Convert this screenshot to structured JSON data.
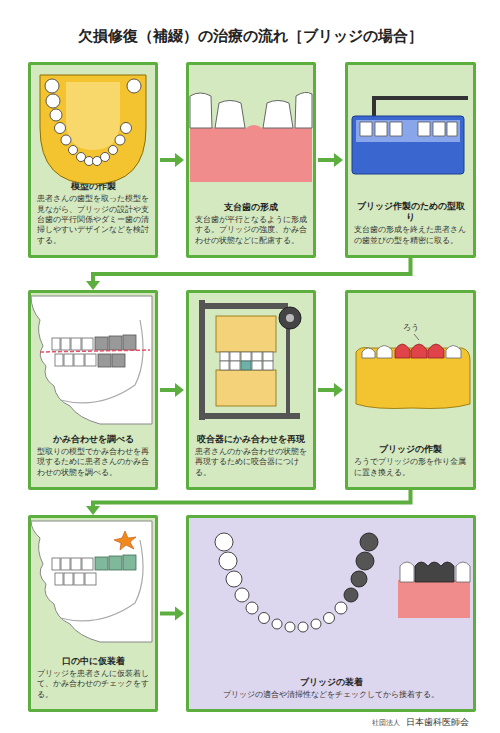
{
  "diagram": {
    "title": "欠損修復（補綴）の治療の流れ［ブリッジの場合］",
    "nodes": [
      {
        "text": [
          "模型の作製",
          "患者さんの歯型を取った模型を見ながら、ブリッジの設計や支台歯の平行関係やダミー歯の清掃しやすいデザインなどを検討する。"
        ]
      },
      {
        "text": [
          "支台歯の形成",
          "支台歯が平行となるように形成する。ブリッジの強度、かみ合わせの状態などに配慮する。"
        ]
      },
      {
        "text": [
          "ブリッジ作製のための型取り",
          "支台歯の形成を終えた患者さんの歯並びの型を精密に取る。"
        ]
      },
      {
        "text": [
          "かみ合わせを調べる",
          "型取りの模型でかみ合わせを再現するために患者さんのかみ合わせの状態を調べる。"
        ]
      },
      {
        "text": [
          "咬合器にかみ合わせを再現",
          "患者さんのかみ合わせの状態を再現するために咬合器につける。"
        ]
      },
      {
        "text": [
          "ブリッジの作製",
          "ろうでブリッジの形を作り金属に置き換える。"
        ]
      },
      {
        "text": [
          "口の中に仮装着",
          "ブリッジを患者さんに仮装着して、かみ合わせのチェックをする。"
        ]
      },
      {
        "text": [
          "ブリッジの装着",
          "ブリッジの適合や清掃性などをチェックしてから接着する。"
        ]
      }
    ],
    "edges": [
      {
        "from": 0,
        "to": 1,
        "arrow": "to"
      },
      {
        "from": 1,
        "to": 2,
        "arrow": "to"
      },
      {
        "from": 2,
        "to": 3,
        "arrow": "to"
      },
      {
        "from": 3,
        "to": 4,
        "arrow": "to"
      },
      {
        "from": 4,
        "to": 5,
        "arrow": "to"
      },
      {
        "from": 5,
        "to": 6,
        "arrow": "to"
      },
      {
        "from": 6,
        "to": 7,
        "arrow": "to"
      }
    ],
    "labels": [
      "ろう",
      "社団法人",
      "日本歯科医師会"
    ]
  }
}
